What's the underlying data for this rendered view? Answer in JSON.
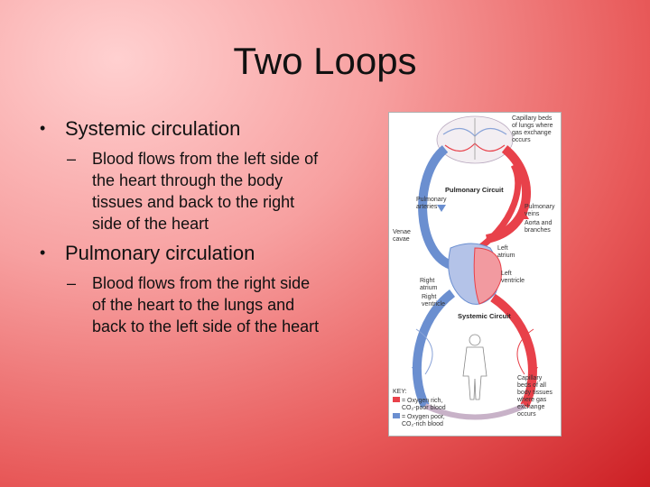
{
  "slide": {
    "title": "Two Loops",
    "bullets": [
      {
        "text": "Systemic circulation",
        "sub": "Blood flows from the left side of the heart through the body tissues and back to the right side of the heart"
      },
      {
        "text": "Pulmonary circulation",
        "sub": "Blood flows from the right side of the heart to the lungs and back to the left side of the heart"
      }
    ]
  },
  "diagram": {
    "labels": {
      "capillary_lungs": [
        "Capillary beds",
        "of lungs where",
        "gas exchange",
        "occurs"
      ],
      "pulmonary_circuit": "Pulmonary Circuit",
      "pulmonary_arteries": [
        "Pulmonary",
        "arteries"
      ],
      "pulmonary_veins": [
        "Pulmonary",
        "veins"
      ],
      "aorta": [
        "Aorta and",
        "branches"
      ],
      "venae_cavae": [
        "Venae",
        "cavae"
      ],
      "left_atrium": [
        "Left",
        "atrium"
      ],
      "left_ventricle": [
        "Left",
        "ventricle"
      ],
      "right_atrium": [
        "Right",
        "atrium"
      ],
      "right_ventricle": [
        "Right",
        "ventricle"
      ],
      "systemic_circuit": "Systemic Circuit",
      "capillary_body": [
        "Capillary",
        "beds of all",
        "body tissues",
        "where gas",
        "exchange",
        "occurs"
      ],
      "key_title": "KEY:",
      "key_red": [
        "= Oxygen rich,",
        "CO₂-poor blood"
      ],
      "key_blue": [
        "= Oxygen poor,",
        "CO₂-rich blood"
      ]
    },
    "colors": {
      "oxygen_rich": "#e8414a",
      "oxygen_poor": "#6b8fd0"
    }
  }
}
